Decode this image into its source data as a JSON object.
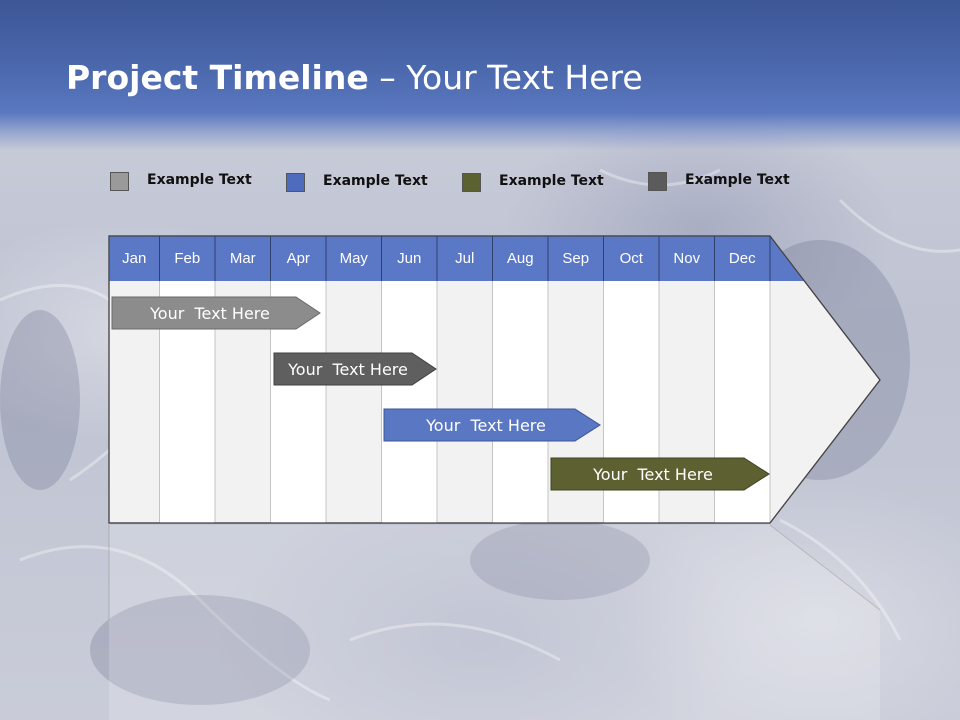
{
  "slide": {
    "title_bold": "Project Timeline",
    "title_dash": " – ",
    "title_rest": "Your Text Here"
  },
  "legend": [
    {
      "label": "Example Text",
      "color": "#9a9a9a"
    },
    {
      "label": "Example Text",
      "color": "#4f6bbd"
    },
    {
      "label": "Example Text",
      "color": "#5c6131"
    },
    {
      "label": "Example Text",
      "color": "#5b5b5b"
    }
  ],
  "months": [
    "Jan",
    "Feb",
    "Mar",
    "Apr",
    "May",
    "Jun",
    "Jul",
    "Aug",
    "Sep",
    "Oct",
    "Nov",
    "Dec"
  ],
  "bars": [
    {
      "label": "Your  Text Here",
      "color": "#8c8c8c"
    },
    {
      "label": "Your  Text Here",
      "color": "#5f5f5f"
    },
    {
      "label": "Your  Text Here",
      "color": "#5a77c4"
    },
    {
      "label": "Your  Text Here",
      "color": "#5d6132"
    }
  ],
  "colors": {
    "header_blue": "#4b68ad",
    "month_header": "#5b78c7",
    "column_light": "#f2f2f2",
    "column_white": "#ffffff"
  }
}
